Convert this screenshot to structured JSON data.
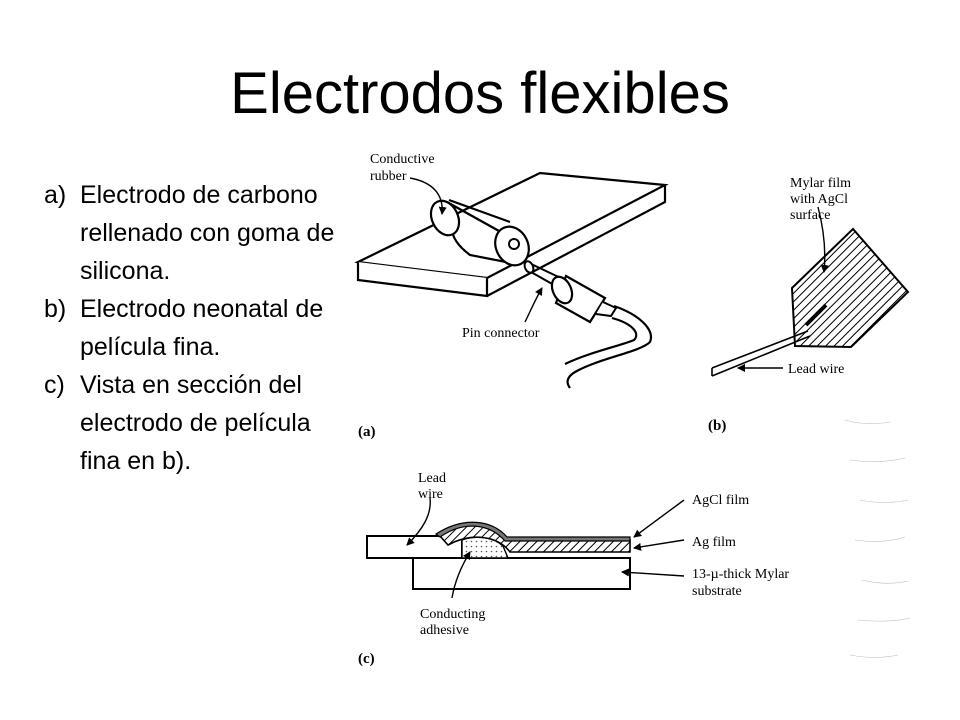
{
  "slide": {
    "title": "Electrodos flexibles",
    "bullets": [
      {
        "marker": "a)",
        "text": "Electrodo de carbono rellenado con goma de silicona."
      },
      {
        "marker": "b)",
        "text": "Electrodo neonatal de película fina."
      },
      {
        "marker": "c)",
        "text": "Vista en sección del electrodo de película fina en b)."
      }
    ]
  },
  "figure": {
    "panel_a": {
      "tag": "(a)",
      "label_conductive": "Conductive",
      "label_rubber": "rubber",
      "label_pin": "Pin connector"
    },
    "panel_b": {
      "tag": "(b)",
      "label_mylar_1": "Mylar film",
      "label_mylar_2": "with AgCl",
      "label_mylar_3": "surface",
      "label_lead": "Lead wire"
    },
    "panel_c": {
      "tag": "(c)",
      "label_lead_1": "Lead",
      "label_lead_2": "wire",
      "label_agcl": "AgCl film",
      "label_ag": "Ag film",
      "label_mylar_1": "13-µ-thick Mylar",
      "label_mylar_2": "substrate",
      "label_adhesive_1": "Conducting",
      "label_adhesive_2": "adhesive"
    }
  }
}
